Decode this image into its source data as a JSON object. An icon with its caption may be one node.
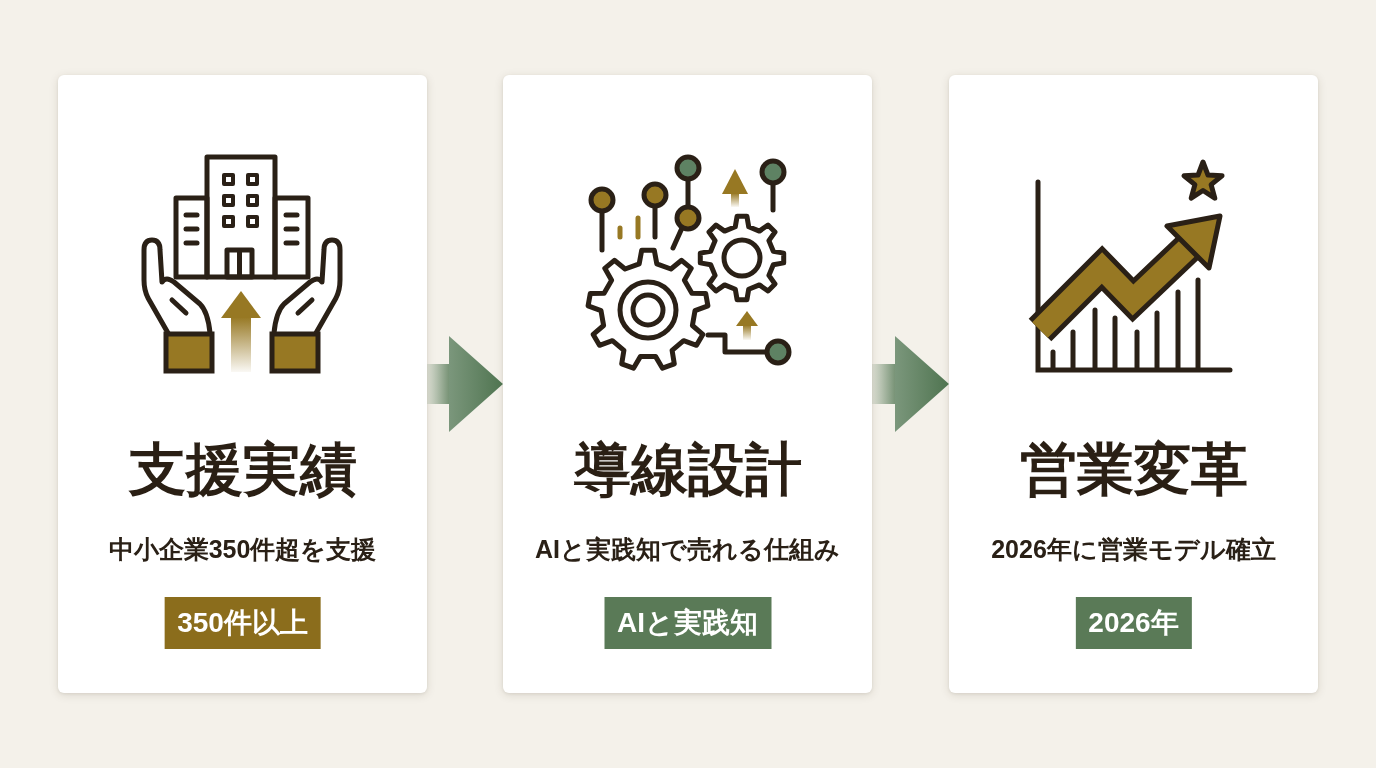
{
  "diagram": {
    "nodes": [
      {
        "text": [
          "支援実績",
          "中小企業350件超を支援"
        ]
      },
      {
        "text": [
          "350件以上"
        ],
        "in": 0
      },
      {
        "text": [
          "導線設計",
          "AIと実践知で売れる仕組み"
        ]
      },
      {
        "text": [
          "AIと実践知"
        ],
        "in": 2
      },
      {
        "text": [
          "営業変革",
          "2026年に営業モデル確立"
        ]
      },
      {
        "text": [
          "2026年"
        ],
        "in": 4
      }
    ],
    "edges": [
      {
        "from": 0,
        "to": 2,
        "arrow": "to"
      },
      {
        "from": 2,
        "to": 4,
        "arrow": "to"
      }
    ]
  }
}
